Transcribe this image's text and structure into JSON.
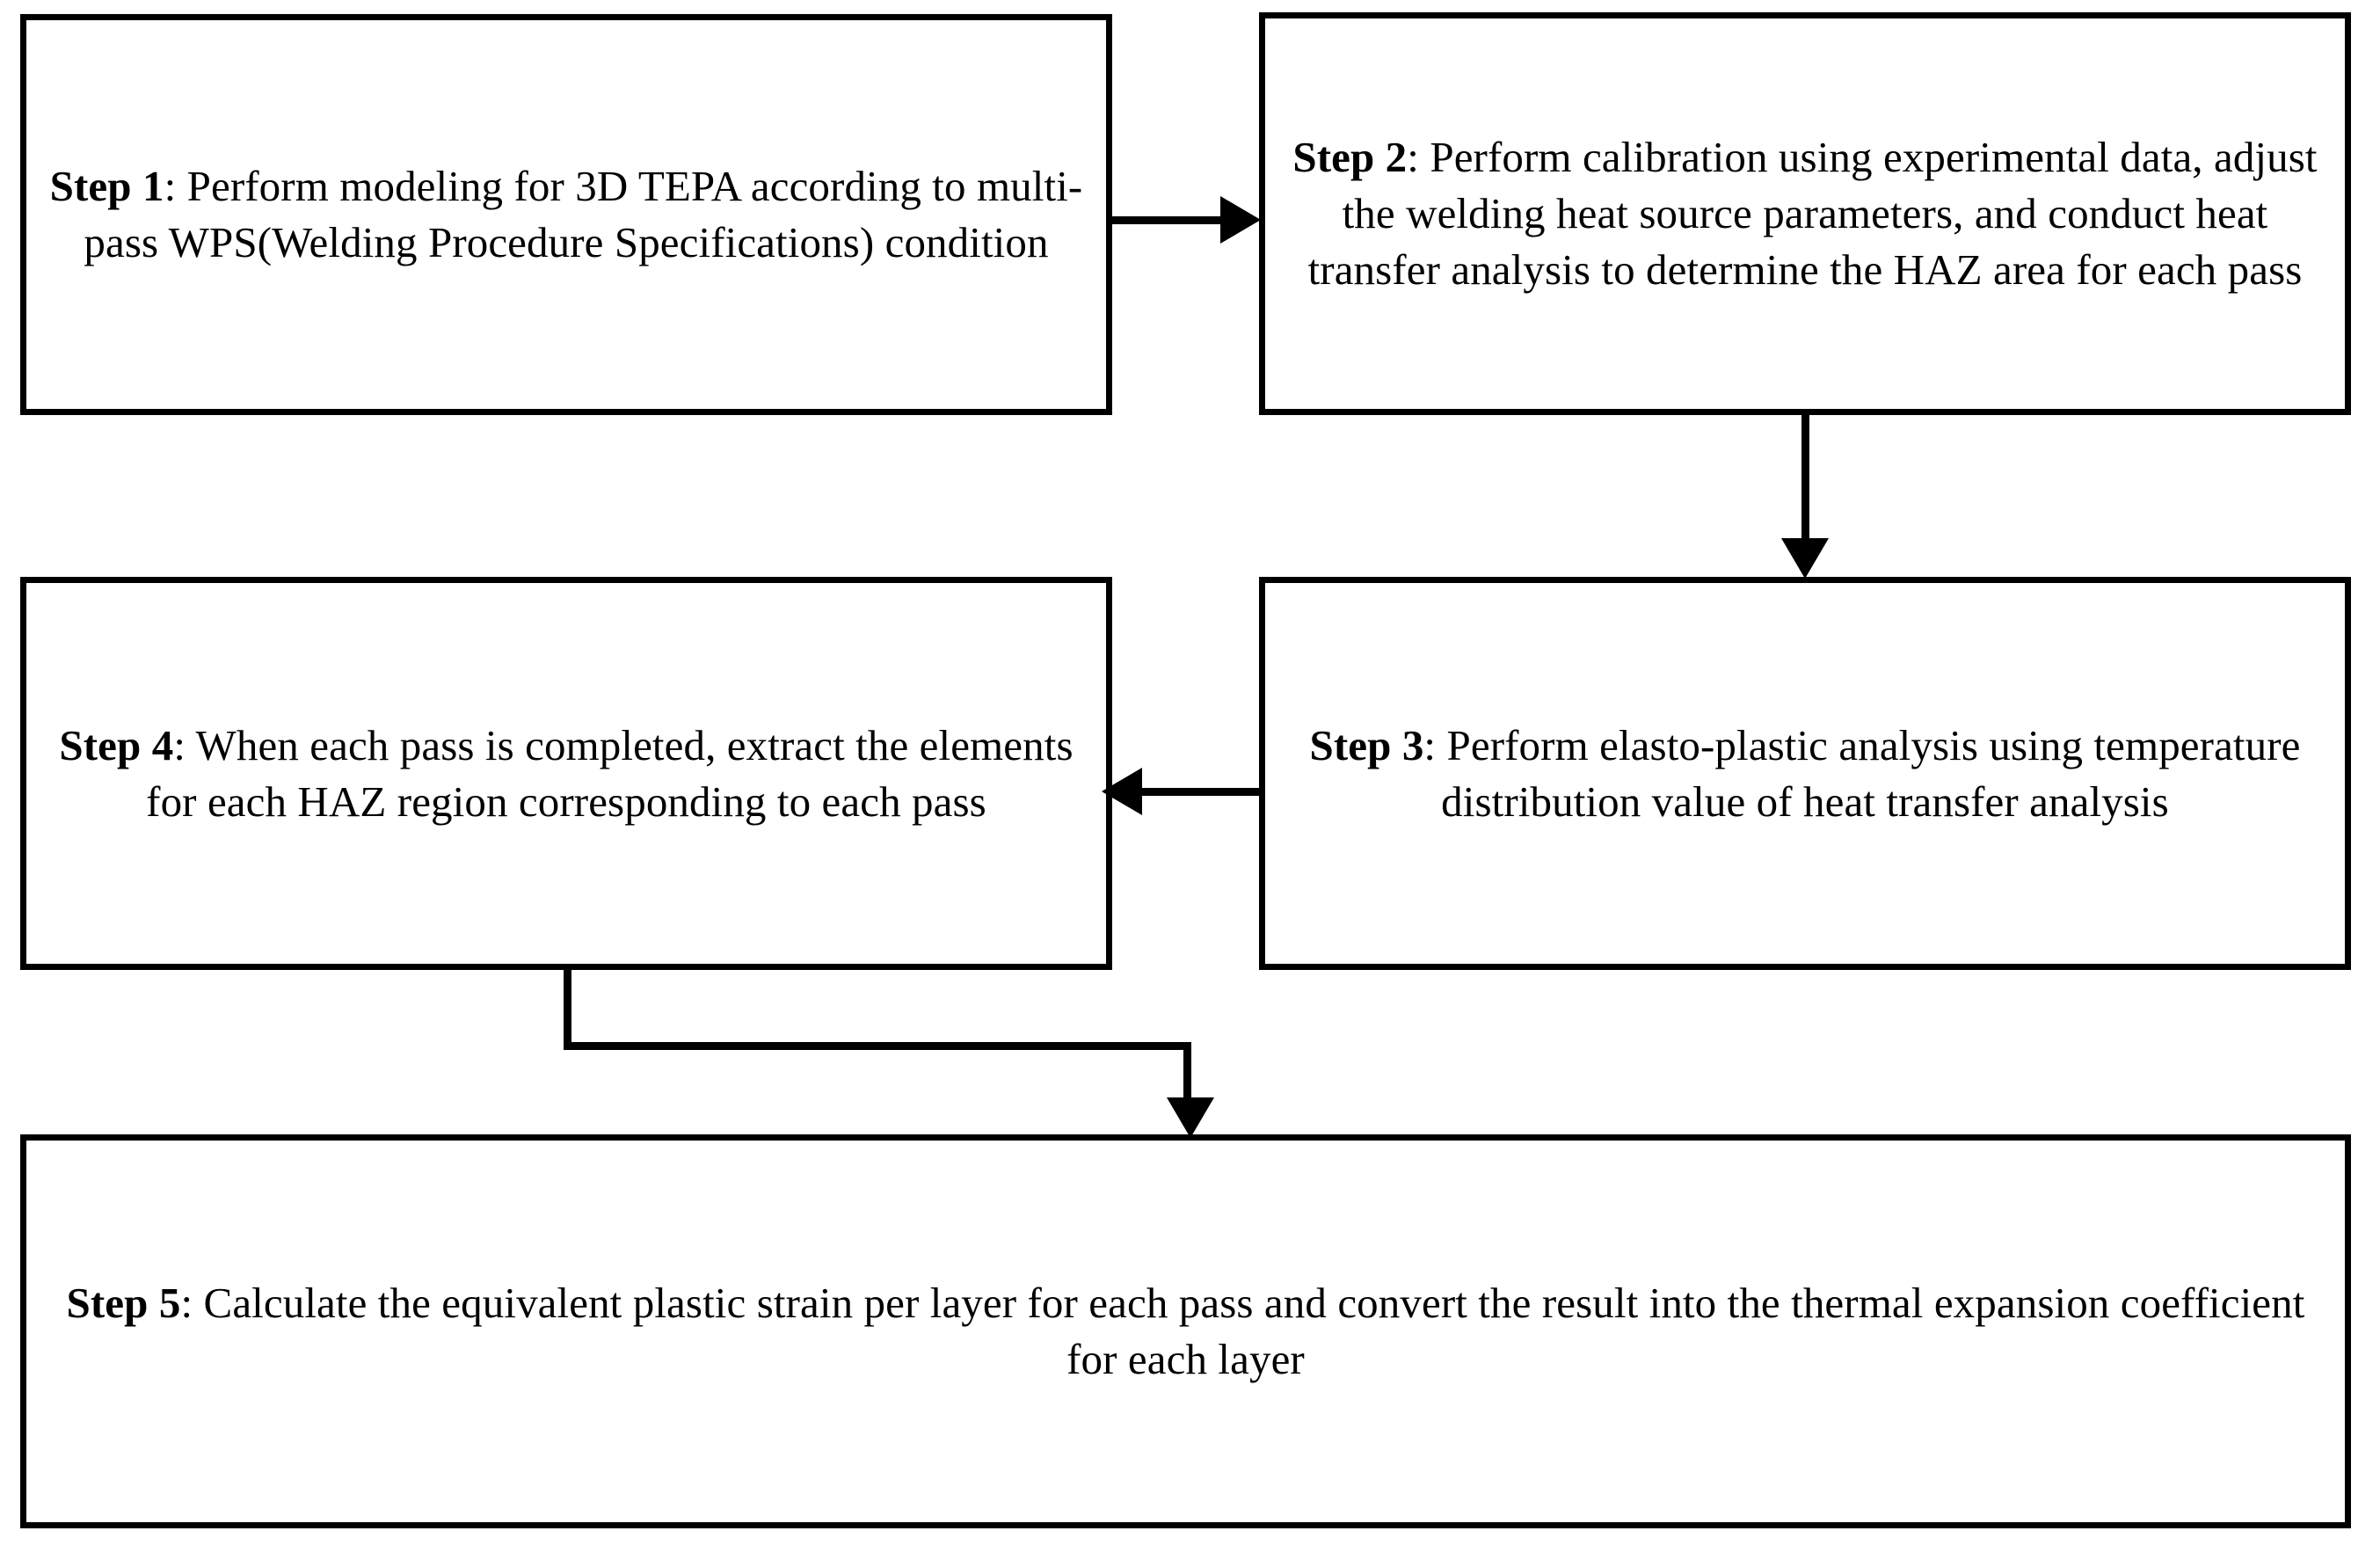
{
  "diagram": {
    "title": "Multi-pass welding thermal elasto-plastic analysis procedure flowchart",
    "type": "flowchart",
    "orientation": "two-column-serpentine",
    "background_color": "#ffffff",
    "line_color": "#000000",
    "text_color": "#000000",
    "nodes": [
      {
        "id": "step1",
        "label": "Step 1",
        "separator": ": ",
        "body": "Perform modeling for 3D TEPA according to multi-pass WPS(Welding Procedure Specifications) condition",
        "full_text": "Step 1: Perform modeling for 3D TEPA according to multi-pass WPS(Welding Procedure Specifications) condition"
      },
      {
        "id": "step2",
        "label": "Step 2",
        "separator": ": ",
        "body": "Perform calibration using experimental data, adjust the welding heat source parameters, and conduct heat transfer analysis to determine the HAZ area for each pass",
        "full_text": "Step 2: Perform calibration using experimental data, adjust the welding heat source parameters, and conduct heat transfer analysis to determine the HAZ area for each pass"
      },
      {
        "id": "step3",
        "label": "Step 3",
        "separator": ": ",
        "body": "Perform elasto-plastic analysis using temperature distribution value of heat transfer analysis",
        "full_text": "Step 3: Perform elasto-plastic analysis using temperature distribution value of heat transfer analysis"
      },
      {
        "id": "step4",
        "label": "Step 4",
        "separator": ": ",
        "body": "When each pass is completed, extract the elements for each HAZ region corresponding to each pass",
        "full_text": "Step 4: When each pass is completed, extract the elements for each HAZ region corresponding to each pass"
      },
      {
        "id": "step5",
        "label": "Step 5",
        "separator": ": ",
        "body": "Calculate the equivalent plastic strain per layer for each pass and convert the result into the thermal expansion coefficient for each layer",
        "full_text": "Step 5: Calculate the equivalent plastic strain per layer for each pass and convert the result into the thermal expansion coefficient for each layer"
      }
    ],
    "edges": [
      {
        "id": "e1",
        "from": "step1",
        "to": "step2",
        "direction": "right",
        "label": ""
      },
      {
        "id": "e2",
        "from": "step2",
        "to": "step3",
        "direction": "down",
        "label": ""
      },
      {
        "id": "e3",
        "from": "step3",
        "to": "step4",
        "direction": "left",
        "label": ""
      },
      {
        "id": "e4",
        "from": "step4",
        "to": "step5",
        "direction": "down",
        "label": ""
      }
    ]
  }
}
